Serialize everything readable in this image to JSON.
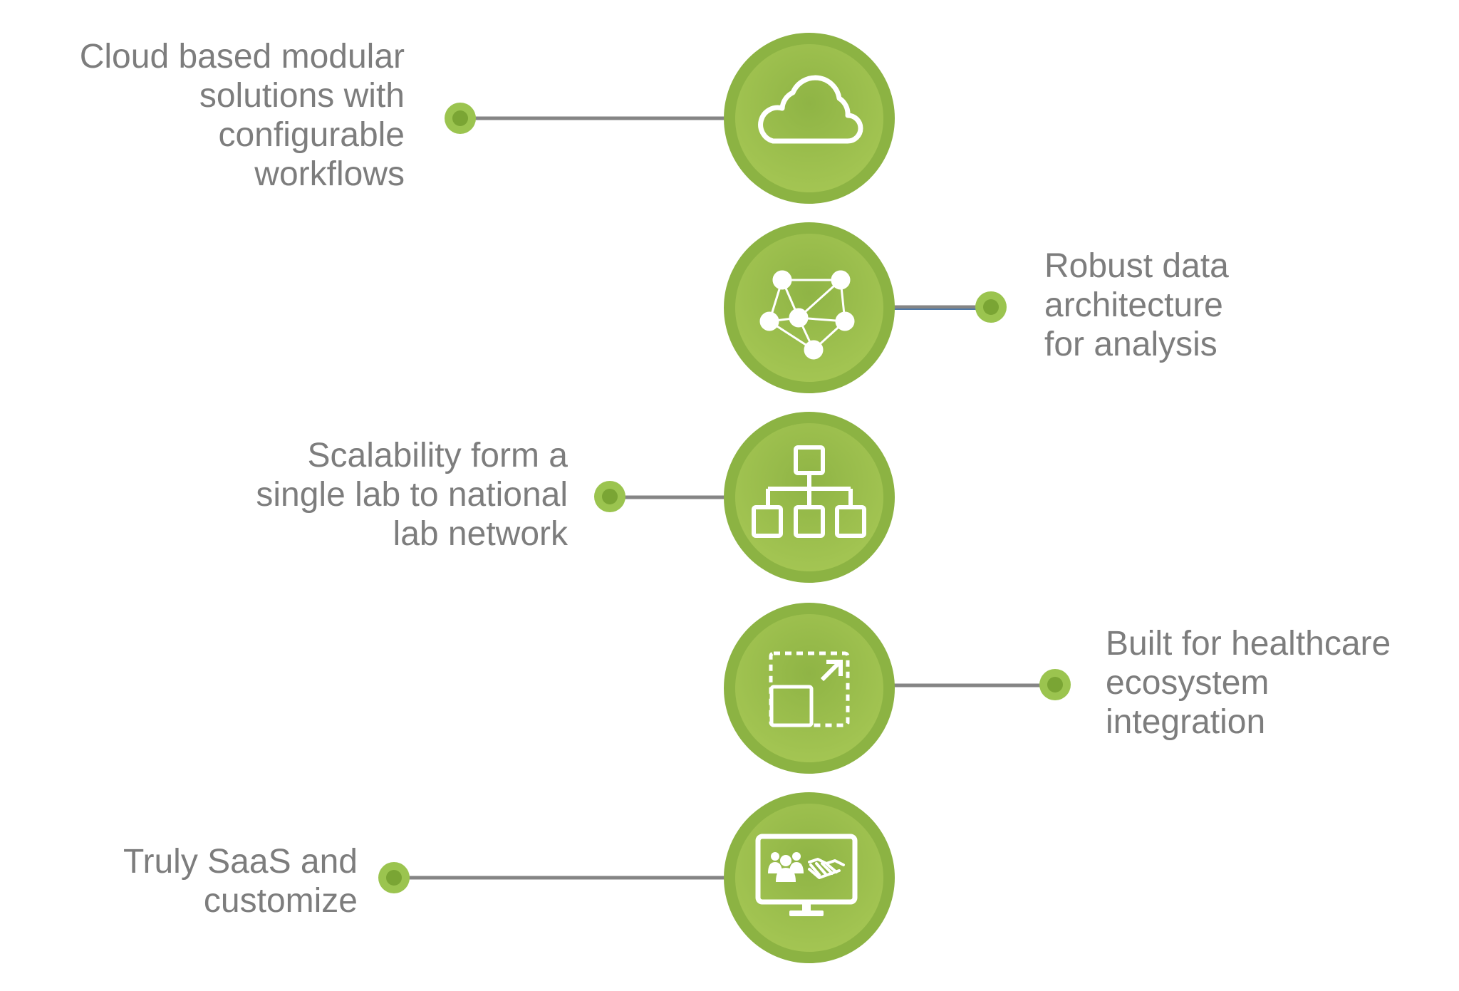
{
  "colors": {
    "ring": "#8cb343",
    "inner_light": "#a7c855",
    "inner_dark": "#8fb445",
    "connector": "#858585",
    "connector_accent": "#4f79a8",
    "dot_outer": "#9bc44f",
    "dot_inner": "#7aa534",
    "icon": "#ffffff",
    "text": "#7d7d7d"
  },
  "features": [
    {
      "id": "cloud",
      "icon": "cloud-icon",
      "side": "left",
      "text": "Cloud based modular\nsolutions with\nconfigurable\nworkflows"
    },
    {
      "id": "data",
      "icon": "network-graph-icon",
      "side": "right",
      "text": "Robust data\narchitecture\nfor analysis"
    },
    {
      "id": "scalability",
      "icon": "hierarchy-icon",
      "side": "left",
      "text": "Scalability form a\nsingle lab to national\nlab network"
    },
    {
      "id": "healthcare",
      "icon": "expand-icon",
      "side": "right",
      "text": "Built for healthcare\necosystem\nintegration"
    },
    {
      "id": "saas",
      "icon": "monitor-collaboration-icon",
      "side": "left",
      "text": "Truly SaaS and\ncustomize"
    }
  ]
}
